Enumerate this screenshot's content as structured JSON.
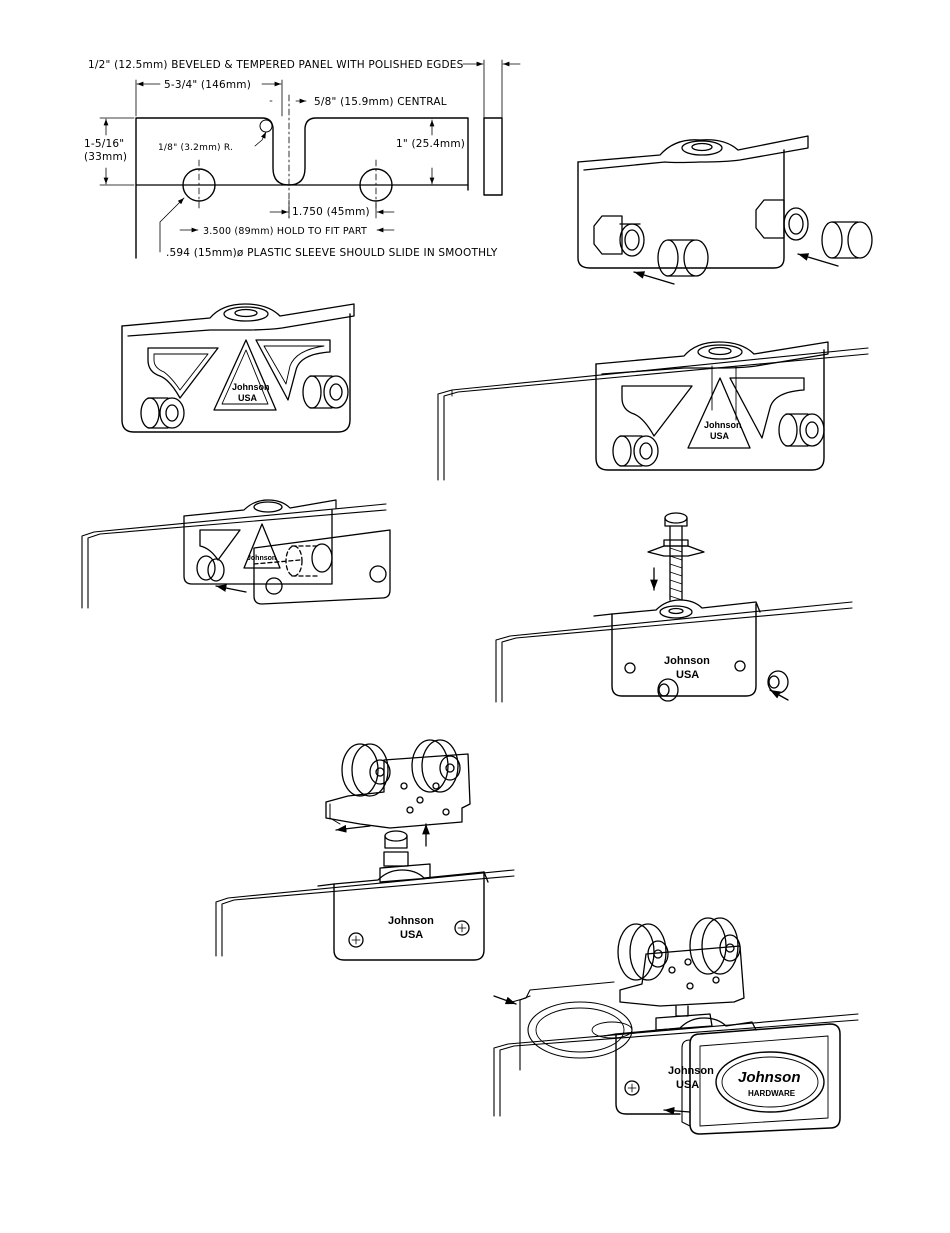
{
  "dimensions": {
    "panel_note": "1/2\" (12.5mm) BEVELED & TEMPERED PANEL WITH POLISHED EGDES",
    "width": "5-3/4\" (146mm)",
    "slot": "5/8\" (15.9mm) CENTRAL",
    "height_l1": "1-5/16\"",
    "height_l2": "(33mm)",
    "radius": "1/8\" (3.2mm) R.",
    "depth": "1\" (25.4mm)",
    "hole_spacing": "1.750 (45mm)",
    "hold": "3.500 (89mm) HOLD TO FIT PART",
    "sleeve": ".594 (15mm)ø PLASTIC SLEEVE SHOULD SLIDE IN SMOOTHLY"
  },
  "stamps": {
    "johnson": "Johnson",
    "usa": "USA",
    "hardware": "HARDWARE"
  }
}
